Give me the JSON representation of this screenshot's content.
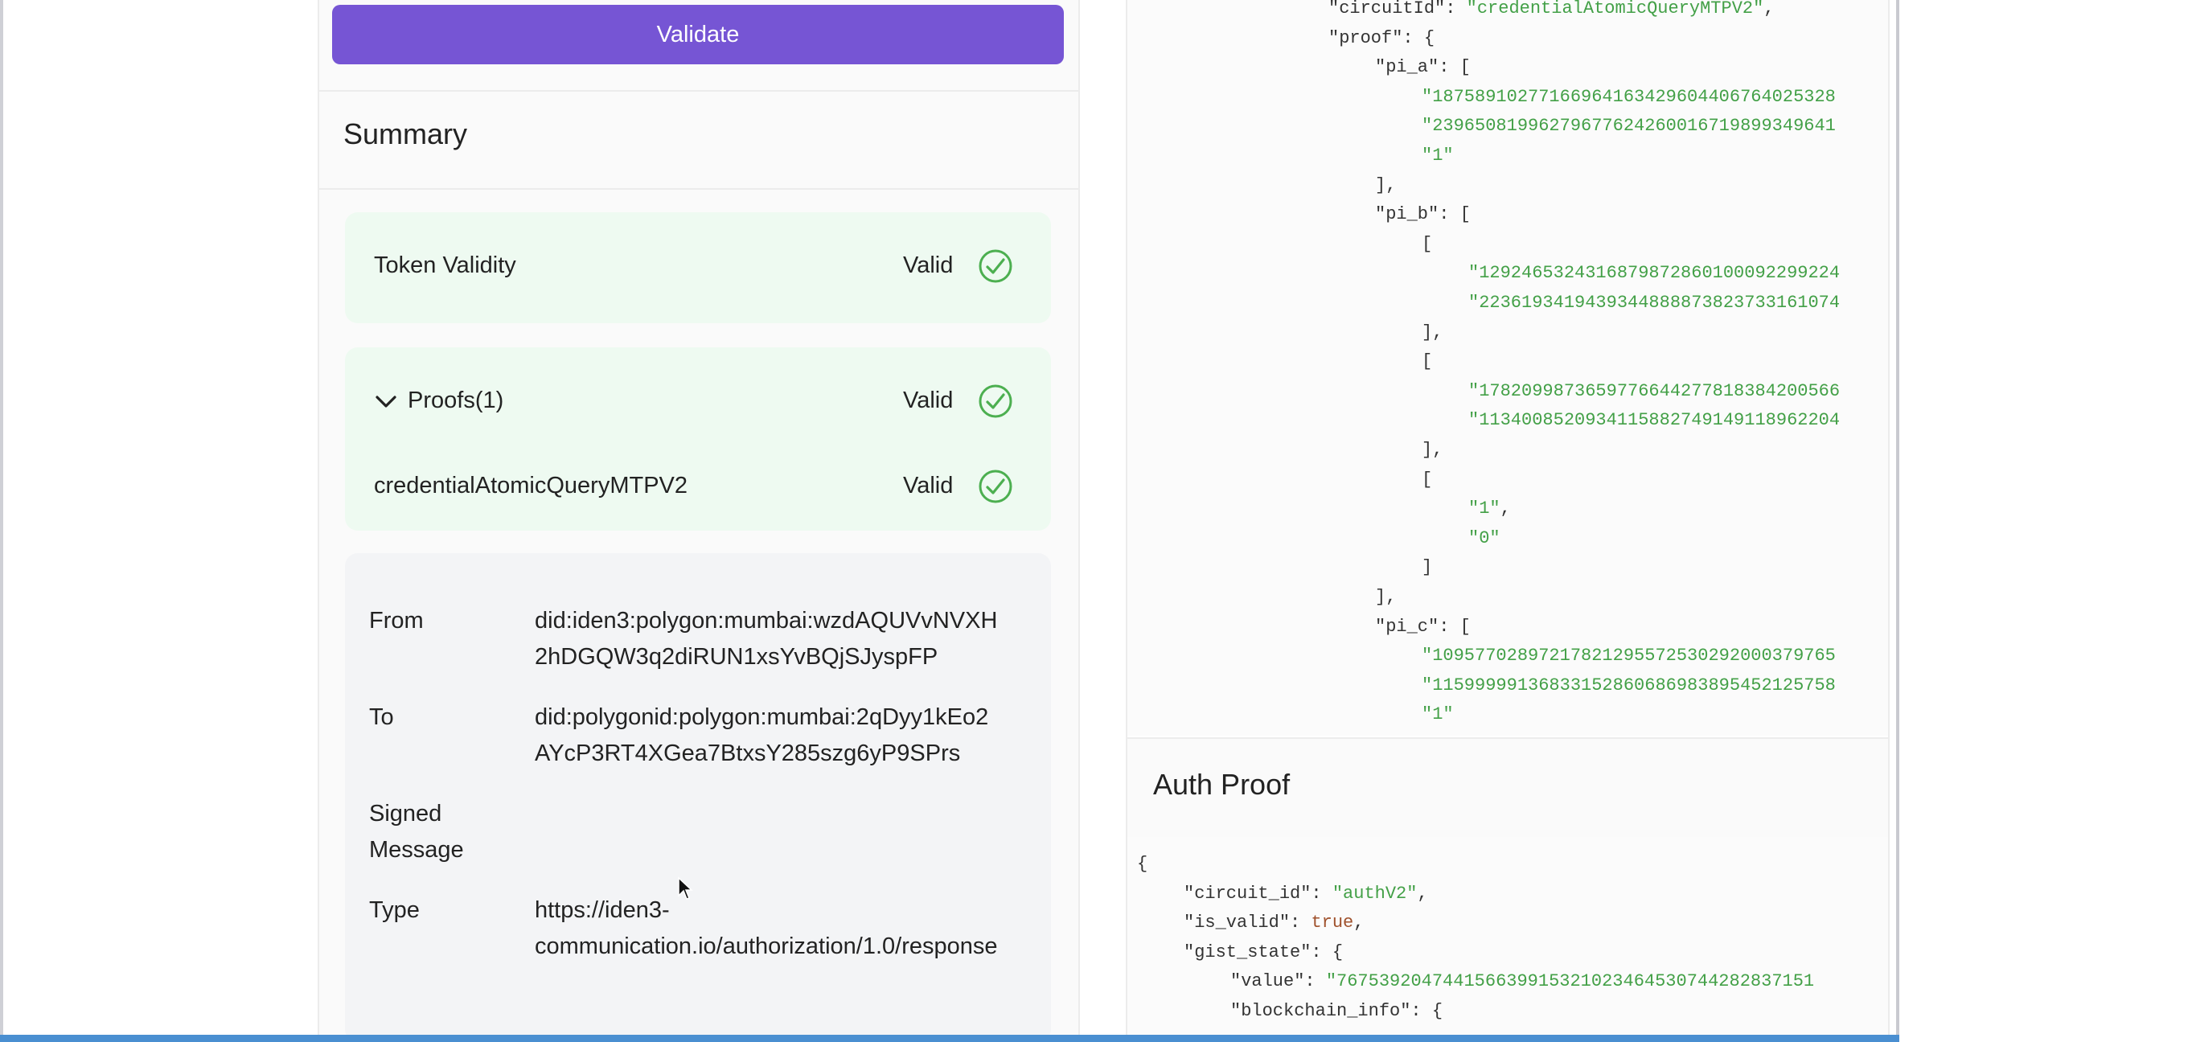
{
  "left": {
    "validate_label": "Validate",
    "summary_title": "Summary",
    "token_validity": {
      "label": "Token Validity",
      "status": "Valid"
    },
    "proofs": {
      "label": "Proofs(1)",
      "status": "Valid"
    },
    "proof_item": {
      "label": "credentialAtomicQueryMTPV2",
      "status": "Valid"
    },
    "info": {
      "from_label": "From",
      "from_line1": "did:iden3:polygon:mumbai:wzdAQUVvNVXH",
      "from_line2": "2hDGQW3q2diRUN1xsYvBQjSJyspFP",
      "to_label": "To",
      "to_line1": "did:polygonid:polygon:mumbai:2qDyy1kEo2",
      "to_line2": "AYcP3RT4XGea7BtxsY285szg6yP9SPrs",
      "signed_label_1": "Signed",
      "signed_label_2": "Message",
      "type_label": "Type",
      "type_line1": "https://iden3-",
      "type_line2": "communication.io/authorization/1.0/response"
    }
  },
  "right": {
    "json_lines": [
      {
        "t": "\"circuitId\": ",
        "s": "\"credentialAtomicQueryMTPV2\"",
        "tail": ","
      },
      {
        "t": "\"proof\": {",
        "s": "",
        "tail": ""
      },
      {
        "t": "\"pi_a\": [",
        "s": "",
        "tail": ""
      },
      {
        "t": "",
        "s": "\"1875891027716696416342960440676402532​8",
        "tail": ""
      },
      {
        "t": "",
        "s": "\"2396508199627967762426001671989934964​1",
        "tail": ""
      },
      {
        "t": "",
        "s": "\"1\"",
        "tail": ""
      },
      {
        "t": "],",
        "s": "",
        "tail": ""
      },
      {
        "t": "\"pi_b\": [",
        "s": "",
        "tail": ""
      },
      {
        "t": "[",
        "s": "",
        "tail": ""
      },
      {
        "t": "",
        "s": "\"1292465324316879872860100092299224",
        "tail": ""
      },
      {
        "t": "",
        "s": "\"2236193419439344888873823733161074",
        "tail": ""
      },
      {
        "t": "],",
        "s": "",
        "tail": ""
      },
      {
        "t": "[",
        "s": "",
        "tail": ""
      },
      {
        "t": "",
        "s": "\"1782099873659776644277818384200566",
        "tail": ""
      },
      {
        "t": "",
        "s": "\"1134008520934115882749149118962204",
        "tail": ""
      },
      {
        "t": "],",
        "s": "",
        "tail": ""
      },
      {
        "t": "[",
        "s": "",
        "tail": ""
      },
      {
        "t": "",
        "s": "\"1\"",
        "tail": ","
      },
      {
        "t": "",
        "s": "\"0\"",
        "tail": ""
      },
      {
        "t": "]",
        "s": "",
        "tail": ""
      },
      {
        "t": "],",
        "s": "",
        "tail": ""
      },
      {
        "t": "\"pi_c\": [",
        "s": "",
        "tail": ""
      },
      {
        "t": "",
        "s": "\"1095770289721782129557253029200037976​5",
        "tail": ""
      },
      {
        "t": "",
        "s": "\"1159999913683315286068698389545212575​8",
        "tail": ""
      },
      {
        "t": "",
        "s": "\"1\"",
        "tail": ""
      }
    ],
    "auth_title": "Auth Proof",
    "auth_lines": [
      {
        "t": "{",
        "s": "",
        "tail": ""
      },
      {
        "t": "\"circuit_id\": ",
        "s": "\"authV2\"",
        "tail": ","
      },
      {
        "t": "\"is_valid\": ",
        "s": "",
        "tail": ",",
        "bool": "true"
      },
      {
        "t": "\"gist_state\": {",
        "s": "",
        "tail": ""
      },
      {
        "t": "\"value\": ",
        "s": "\"7675392047441566399153210234645307442828371​51",
        "tail": ""
      },
      {
        "t": "\"blockchain_info\": {",
        "s": "",
        "tail": ""
      }
    ]
  }
}
